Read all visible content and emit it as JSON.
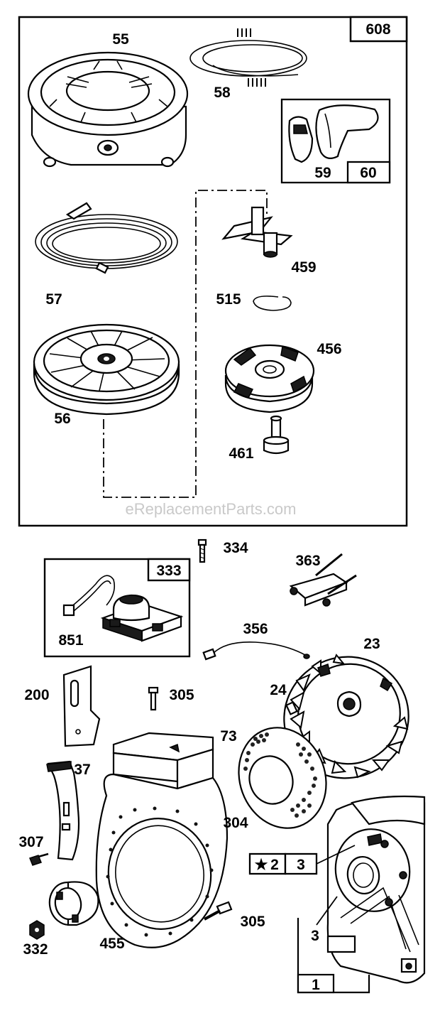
{
  "watermark": "eReplacementParts.com",
  "kits": {
    "starter_kit": "608",
    "handle_kit": "60",
    "ignition_kit": "333",
    "gasket_set_star": "★",
    "gasket_set": "2",
    "crankcase_ref": "3",
    "crankcase_kit": "1"
  },
  "part_labels": {
    "p55": "55",
    "p58": "58",
    "p59": "59",
    "p57": "57",
    "p459": "459",
    "p515": "515",
    "p456": "456",
    "p56": "56",
    "p461": "461",
    "p334": "334",
    "p363": "363",
    "p851": "851",
    "p356": "356",
    "p23": "23",
    "p200": "200",
    "p305a": "305",
    "p24": "24",
    "p73": "73",
    "p37": "37",
    "p304": "304",
    "p307": "307",
    "p3": "3",
    "p305b": "305",
    "p332": "332",
    "p455": "455"
  }
}
